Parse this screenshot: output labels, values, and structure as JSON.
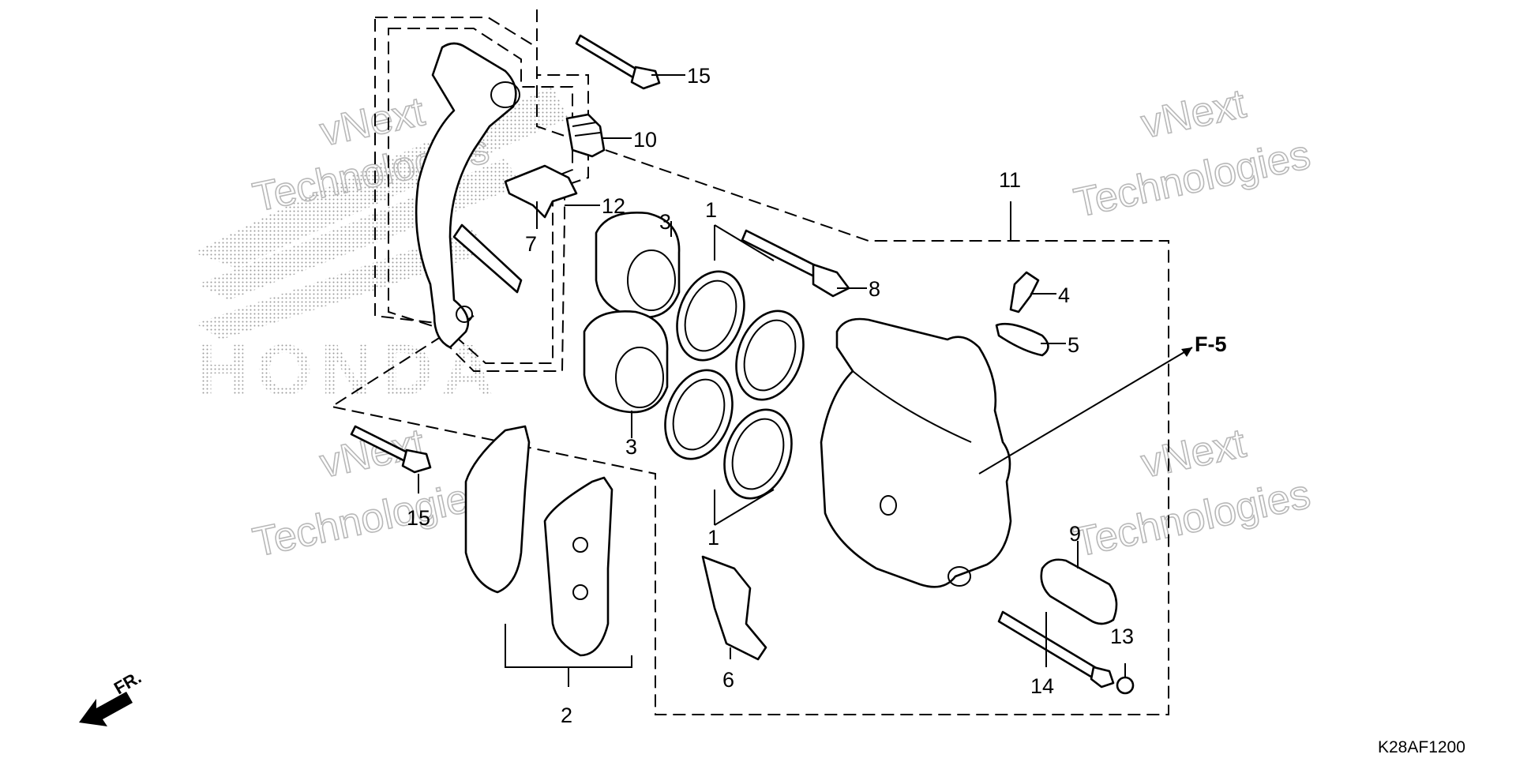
{
  "watermark": {
    "line1": "vNext",
    "line2": "Technologies"
  },
  "background_logo": {
    "text": "HONDA"
  },
  "drawing_code": "K28AF1200",
  "reference": {
    "label": "F-5"
  },
  "front_indicator": {
    "label": "FR."
  },
  "callouts": [
    {
      "id": "1",
      "label": "1"
    },
    {
      "id": "2",
      "label": "2"
    },
    {
      "id": "3",
      "label": "3"
    },
    {
      "id": "4",
      "label": "4"
    },
    {
      "id": "5",
      "label": "5"
    },
    {
      "id": "6",
      "label": "6"
    },
    {
      "id": "7",
      "label": "7"
    },
    {
      "id": "8",
      "label": "8"
    },
    {
      "id": "9",
      "label": "9"
    },
    {
      "id": "10",
      "label": "10"
    },
    {
      "id": "11",
      "label": "11"
    },
    {
      "id": "12",
      "label": "12"
    },
    {
      "id": "13",
      "label": "13"
    },
    {
      "id": "14",
      "label": "14"
    },
    {
      "id": "15",
      "label": "15"
    }
  ]
}
